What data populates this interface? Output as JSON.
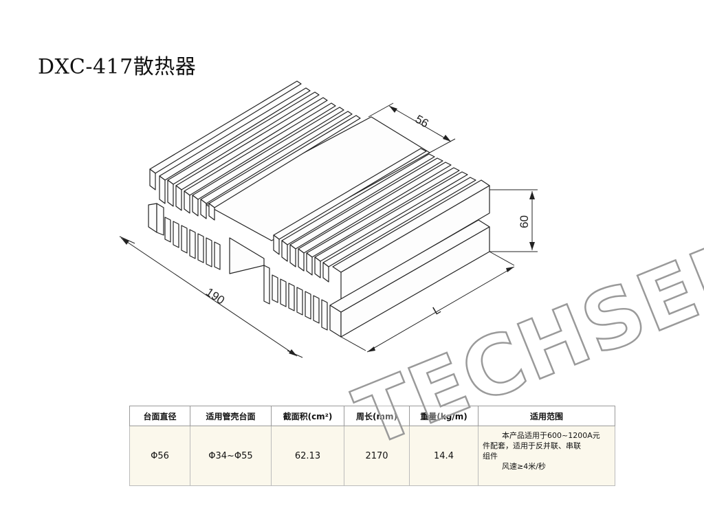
{
  "title": "DXC-417散热器",
  "dimensions": {
    "width": "56",
    "height": "60",
    "depth": "190",
    "length": "L"
  },
  "watermark": "TECHSEM",
  "table": {
    "headers": [
      "台面直径",
      "适用管壳台面",
      "截面积(cm²)",
      "周长(mm)",
      "重量(kg/m)",
      "适用范围"
    ],
    "row": {
      "diameter": "Φ56",
      "case_range": "Φ34~Φ55",
      "area": "62.13",
      "perimeter": "2170",
      "weight": "14.4",
      "note_lines": [
        "本产品适用于600~1200A元",
        "件配套，适用于反并联、串联",
        "组件",
        "风速≥4米/秒"
      ]
    }
  }
}
